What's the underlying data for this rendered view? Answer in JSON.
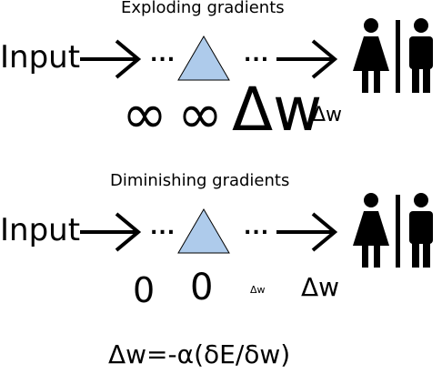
{
  "panels": [
    {
      "title": "Exploding gradients",
      "input_label": "Input",
      "ellipsis": "...",
      "symbols": [
        "∞",
        "∞",
        "Δw",
        "Δw"
      ]
    },
    {
      "title": "Diminishing gradients",
      "input_label": "Input",
      "ellipsis": "...",
      "symbols": [
        "0",
        "0",
        "Δw",
        "Δw"
      ]
    }
  ],
  "formula": "Δw=-α(δE/δw)",
  "colors": {
    "triangle_fill": "#aecbeb",
    "stroke": "#000000"
  },
  "icons": [
    "arrow-icon",
    "triangle-icon",
    "restroom-sign-icon"
  ]
}
